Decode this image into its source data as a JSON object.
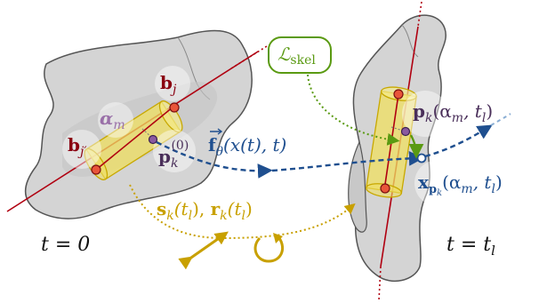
{
  "colors": {
    "shape_fill": "#d4d4d4",
    "shape_stroke": "#555555",
    "bone_line": "#b00010",
    "joint_fill": "#e8553a",
    "cylinder_fill": "#f0e060",
    "cylinder_stroke": "#c8a800",
    "flow_arrow": "#1f4f8f",
    "point_purple": "#6a3f7a",
    "skel_green": "#5a9a12",
    "transform_gold": "#c8a000"
  },
  "labels": {
    "b_j": {
      "base": "b",
      "sub": "j"
    },
    "b_jprime": {
      "base": "b",
      "sub": "j′"
    },
    "alpha_m": {
      "base": "α",
      "sub": "m"
    },
    "p_k0": {
      "base": "p",
      "sub": "k",
      "sup": "(0)"
    },
    "flow": {
      "base": "f",
      "sub": "θ",
      "rest": "(x(t), t)"
    },
    "loss": {
      "base": "ℒ",
      "sub": "skel"
    },
    "pk_target": {
      "base": "p",
      "sub": "k",
      "rest1": "(α",
      "sub2": "m",
      "rest2": ", t",
      "sub3": "l",
      "rest3": ")"
    },
    "x_pk": {
      "base": "x",
      "sub": "p",
      "subsub": "k",
      "rest1": "(α",
      "sub2": "m",
      "rest2": ", t",
      "sub3": "l",
      "rest3": ")"
    },
    "transform": {
      "s": "s",
      "k1": "k",
      "arg1": "(t",
      "l1": "l",
      "close1": "), ",
      "r": "r",
      "k2": "k",
      "arg2": "(t",
      "l2": "l",
      "close2": ")"
    },
    "t0": "t = 0",
    "tl": {
      "base": "t = t",
      "sub": "l"
    }
  },
  "icons": [
    "double-arrow-icon",
    "rotation-arrow-icon",
    "arrow-head-icon"
  ]
}
